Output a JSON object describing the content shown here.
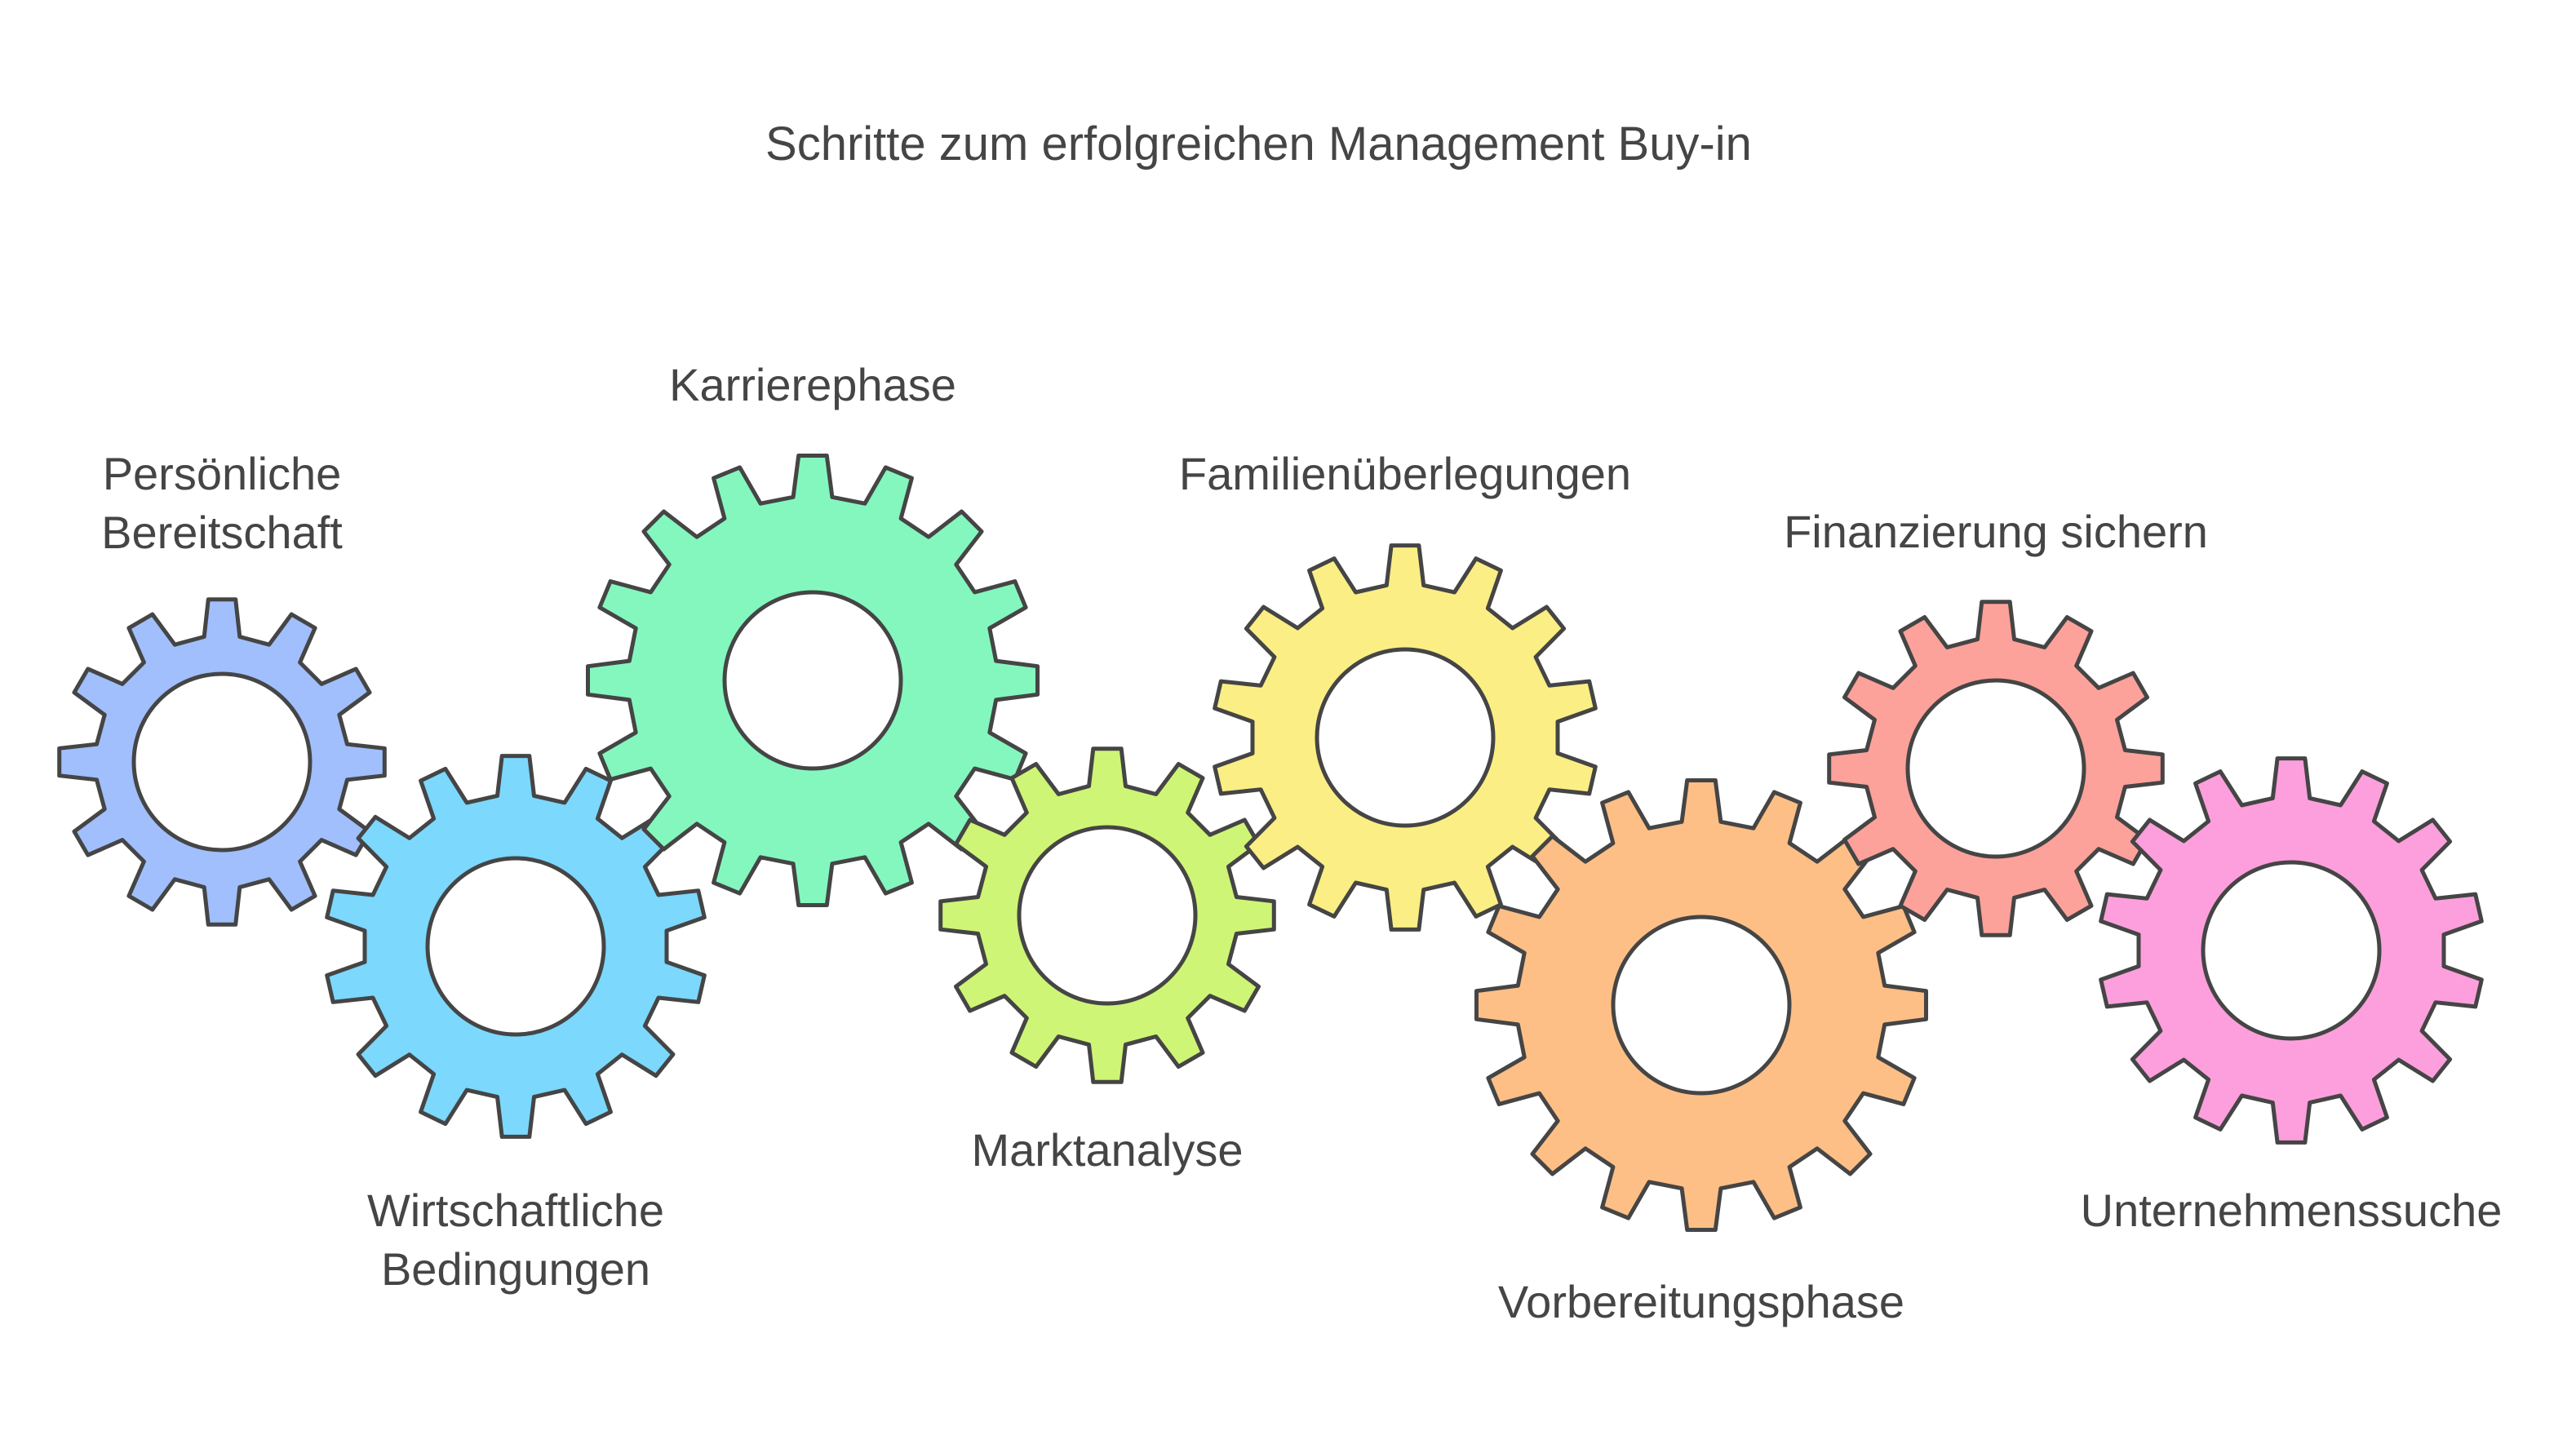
{
  "diagram": {
    "title": "Schritte zum erfolgreichen Management Buy-in",
    "gears": [
      {
        "id": "persoenliche-bereitschaft",
        "label": "Persönliche\nBereitschaft",
        "color": "#a0bffc"
      },
      {
        "id": "wirtschaftliche-bedingungen",
        "label": "Wirtschaftliche\nBedingungen",
        "color": "#7cd8fd"
      },
      {
        "id": "karrierephase",
        "label": "Karrierephase",
        "color": "#84f7be"
      },
      {
        "id": "marktanalyse",
        "label": "Marktanalyse",
        "color": "#cef576"
      },
      {
        "id": "familienueberlegungen",
        "label": "Familienüberlegungen",
        "color": "#fbee85"
      },
      {
        "id": "vorbereitungsphase",
        "label": "Vorbereitungsphase",
        "color": "#fdbf86"
      },
      {
        "id": "finanzierung-sichern",
        "label": "Finanzierung sichern",
        "color": "#fca29a"
      },
      {
        "id": "unternehmenssuche",
        "label": "Unternehmenssuche",
        "color": "#fc9fdc"
      }
    ],
    "outline_color": "#454545"
  }
}
